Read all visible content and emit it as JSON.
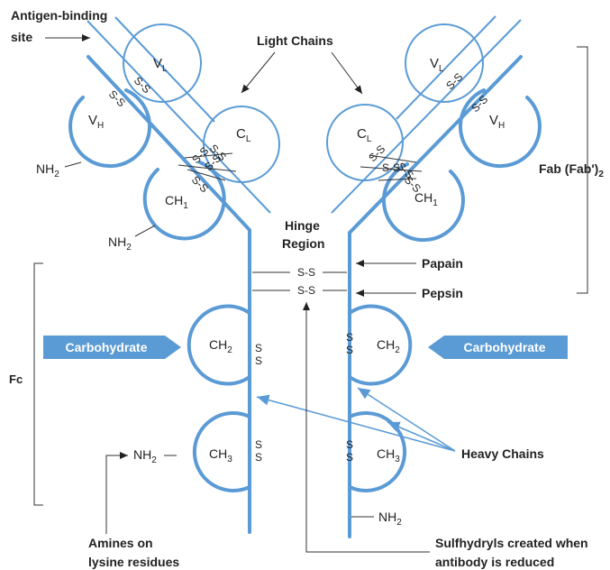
{
  "labels": {
    "antigen_binding_site_1": "Antigen-binding",
    "antigen_binding_site_2": "site",
    "light_chains": "Light Chains",
    "hinge_1": "Hinge",
    "hinge_2": "Region",
    "papain": "Papain",
    "pepsin": "Pepsin",
    "fab": "Fab (Fab')",
    "fab_sub": "2",
    "fc": "Fc",
    "carbohydrate": "Carbohydrate",
    "heavy_chains": "Heavy Chains",
    "amines_1": "Amines on",
    "amines_2": "lysine residues",
    "sulfhydryls_1": "Sulfhydryls created when",
    "sulfhydryls_2": "antibody is reduced"
  },
  "domains": {
    "vl": [
      "V",
      "L"
    ],
    "vh": [
      "V",
      "H"
    ],
    "cl": [
      "C",
      "L"
    ],
    "ch1": [
      "CH",
      "1"
    ],
    "ch2": [
      "CH",
      "2"
    ],
    "ch3": [
      "CH",
      "3"
    ],
    "nh2": [
      "NH",
      "2"
    ]
  },
  "ss": "S-S",
  "s": "S",
  "colors": {
    "chain": "#5b9bd5",
    "text": "#222222",
    "carbohydrate_text": "#ffffff"
  }
}
